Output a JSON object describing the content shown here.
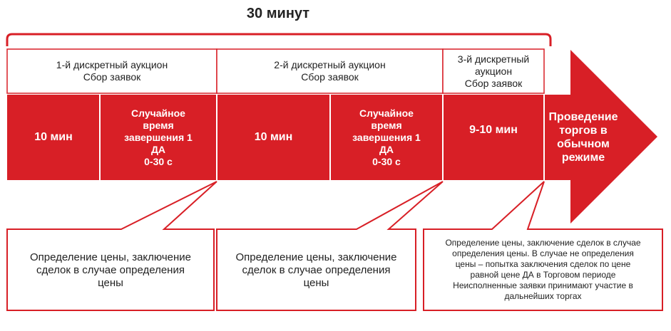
{
  "title": "30 минут",
  "auctions": [
    {
      "header": "1-й дискретный аукцион\nСбор заявок"
    },
    {
      "header": "2-й дискретный аукцион\nСбор заявок"
    },
    {
      "header": "3-й дискретный\nаукцион\nСбор заявок"
    }
  ],
  "segments": [
    {
      "label": "10 мин"
    },
    {
      "label": "Случайное\nвремя\nзавершения 1\nДА\n0-30 с"
    },
    {
      "label": "10 мин"
    },
    {
      "label": "Случайное\nвремя\nзавершения 1\nДА\n0-30 с"
    },
    {
      "label": "9-10 мин"
    },
    {
      "label": "Проведение\nторгов в\nобычном\nрежиме"
    }
  ],
  "notes": [
    {
      "text": "Определение цены, заключение\nсделок в случае определения\nцены"
    },
    {
      "text": "Определение цены, заключение\nсделок в случае определения\nцены"
    },
    {
      "text": "Определение цены, заключение сделок в случае\nопределения цены. В случае не определения\nцены – попытка заключения сделок по цене\nравной цене ДА в Торговом периоде\nНеисполненные заявки принимают участие в\nдальнейших торгах"
    }
  ],
  "colors": {
    "accent": "#d81f26",
    "line": "#d81f26",
    "text": "#222222"
  }
}
